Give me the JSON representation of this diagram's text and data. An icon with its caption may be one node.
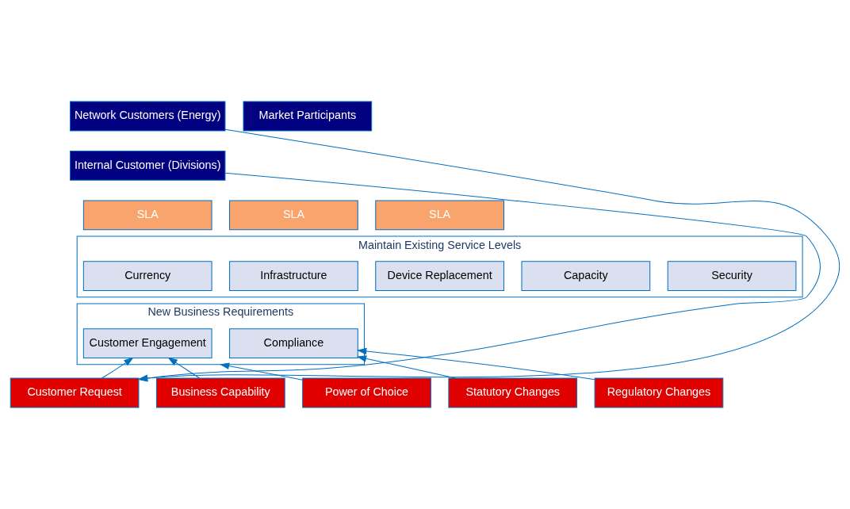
{
  "diagram": {
    "nodes": [
      {
        "text": [
          "Network Customers (Energy)"
        ]
      },
      {
        "text": [
          "Market Participants"
        ]
      },
      {
        "text": [
          "Internal Customer (Divisions)"
        ]
      },
      {
        "text": [
          "SLA"
        ]
      },
      {
        "text": [
          "SLA"
        ]
      },
      {
        "text": [
          "SLA"
        ]
      },
      {
        "text": [
          "Maintain Existing Service Levels"
        ]
      },
      {
        "text": [
          "Currency"
        ],
        "in": 6
      },
      {
        "text": [
          "Infrastructure"
        ],
        "in": 6
      },
      {
        "text": [
          "Device Replacement"
        ],
        "in": 6
      },
      {
        "text": [
          "Capacity"
        ],
        "in": 6
      },
      {
        "text": [
          "Security"
        ],
        "in": 6
      },
      {
        "text": [
          "New Business Requirements"
        ]
      },
      {
        "text": [
          "Customer Engagement"
        ],
        "in": 12
      },
      {
        "text": [
          "Compliance"
        ],
        "in": 12
      },
      {
        "text": [
          "Customer Request"
        ]
      },
      {
        "text": [
          "Business Capability"
        ]
      },
      {
        "text": [
          "Power of Choice"
        ]
      },
      {
        "text": [
          "Statutory Changes"
        ]
      },
      {
        "text": [
          "Regulatory Changes"
        ]
      }
    ],
    "edges": [
      {
        "from": 0,
        "to": 15,
        "arrow": "to"
      },
      {
        "from": 2,
        "to": 15,
        "arrow": "to"
      },
      {
        "from": 15,
        "to": 13,
        "arrow": "to"
      },
      {
        "from": 16,
        "to": 13,
        "arrow": "to"
      },
      {
        "from": 17,
        "to": 12,
        "arrow": "to"
      },
      {
        "from": 18,
        "to": 14,
        "arrow": "to"
      },
      {
        "from": 19,
        "to": 14,
        "arrow": "to"
      }
    ]
  }
}
